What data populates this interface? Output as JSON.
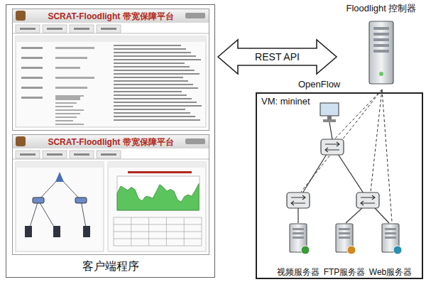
{
  "diagram": {
    "caption": "客户端程序",
    "nodes": [
      {
        "text": [
          "客户端程序"
        ]
      },
      {
        "text": [
          "SCRAT-Floodlight 带宽保障平台"
        ],
        "in": 0
      },
      {
        "text": [
          "SCRAT-Floodlight 带宽保障平台"
        ],
        "in": 0
      },
      {
        "text": [
          "Floodlight 控制器"
        ]
      },
      {
        "text": [
          "VM: mininet"
        ]
      },
      {
        "text": [
          "视频服务器"
        ],
        "in": 4
      },
      {
        "text": [
          "FTP服务器"
        ],
        "in": 4
      },
      {
        "text": [
          "Web服务器"
        ],
        "in": 4
      }
    ],
    "edges": [
      {
        "from": 0,
        "to": 3,
        "label": "REST API",
        "arrow": "both"
      }
    ],
    "labels": [
      "OpenFlow"
    ]
  }
}
